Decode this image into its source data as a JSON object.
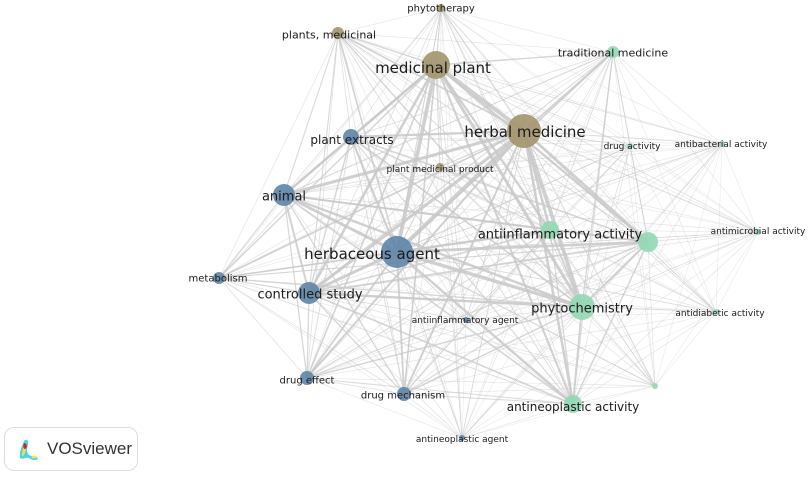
{
  "colors": {
    "cluster_brown": "#a4936d",
    "cluster_blue": "#5e84a8",
    "cluster_green": "#91d8b3",
    "edge": "#c8c8c8"
  },
  "nodes": [
    {
      "label": "phytotherapy",
      "cluster": "brown"
    },
    {
      "label": "plants, medicinal",
      "cluster": "brown"
    },
    {
      "label": "medicinal plant",
      "cluster": "brown"
    },
    {
      "label": "traditional medicine",
      "cluster": "green"
    },
    {
      "label": "herbal medicine",
      "cluster": "brown"
    },
    {
      "label": "plant extracts",
      "cluster": "blue"
    },
    {
      "label": "drug activity",
      "cluster": "green"
    },
    {
      "label": "antibacterial activity",
      "cluster": "green"
    },
    {
      "label": "plant medicinal product",
      "cluster": "brown"
    },
    {
      "label": "animal",
      "cluster": "blue"
    },
    {
      "label": "antiinflammatory activity",
      "cluster": "green"
    },
    {
      "label": "",
      "cluster": "green"
    },
    {
      "label": "antimicrobial activity",
      "cluster": "green"
    },
    {
      "label": "herbaceous agent",
      "cluster": "blue"
    },
    {
      "label": "metabolism",
      "cluster": "blue"
    },
    {
      "label": "controlled study",
      "cluster": "blue"
    },
    {
      "label": "phytochemistry",
      "cluster": "green"
    },
    {
      "label": "antidiabetic activity",
      "cluster": "green"
    },
    {
      "label": "antiinflammatory agent",
      "cluster": "blue"
    },
    {
      "label": "",
      "cluster": "green"
    },
    {
      "label": "drug effect",
      "cluster": "blue"
    },
    {
      "label": "drug mechanism",
      "cluster": "blue"
    },
    {
      "label": "antineoplastic activity",
      "cluster": "green"
    },
    {
      "label": "antineoplastic agent",
      "cluster": "blue"
    }
  ],
  "logo": {
    "text": "VOSviewer",
    "icon": "vosviewer-density-icon"
  }
}
